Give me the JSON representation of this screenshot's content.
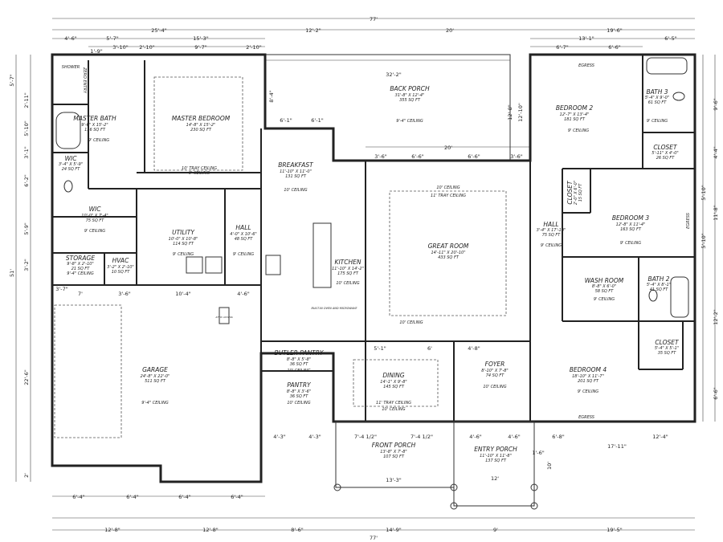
{
  "rooms": {
    "master_bath": {
      "name": "MASTER BATH",
      "size": "9'-6\" X 15'-2\"",
      "area": "116 SQ FT",
      "ceiling": "9' CEILING"
    },
    "master_bedroom": {
      "name": "MASTER BEDROOM",
      "size": "14'-8\" X 15'-2\"",
      "area": "230 SQ FT",
      "ceiling": "10' TRAY CEILING",
      "ceiling2": "9' CEILING"
    },
    "shower": {
      "name": "SHOWER",
      "note": "ZERO ENTRY"
    },
    "wic1": {
      "name": "WIC",
      "size": "3'-4\" X 5'-9\"",
      "area": "24 SQ FT"
    },
    "wic2": {
      "name": "WIC",
      "size": "10'-0\" X 7'-4\"",
      "area": "75 SQ FT",
      "ceiling": "9' CEILING"
    },
    "utility": {
      "name": "UTILITY",
      "size": "10'-0\" X 10'-8\"",
      "area": "114 SQ FT",
      "ceiling": "9' CEILING"
    },
    "hall_left": {
      "name": "HALL",
      "size": "4'-0\" X 10'-6\"",
      "area": "48 SQ FT",
      "ceiling": "9' CEILING"
    },
    "storage": {
      "name": "STORAGE",
      "size": "9'-8\" X 2'-10\"",
      "area": "21 SQ FT",
      "ceiling": "9'-4\" CEILING"
    },
    "hvac": {
      "name": "HVAC",
      "size": "3'-2\" X 2'-10\"",
      "area": "10 SQ FT"
    },
    "breakfast": {
      "name": "BREAKFAST",
      "size": "11'-10\" X 11'-0\"",
      "area": "131 SQ FT",
      "ceiling": "10' CEILING"
    },
    "kitchen": {
      "name": "KITCHEN",
      "size": "11'-10\" X 14'-2\"",
      "area": "175 SQ FT",
      "ceiling": "10' CEILING",
      "builtin": "BUILT-IN OVEN AND MICROWAVE"
    },
    "back_porch": {
      "name": "BACK PORCH",
      "size": "31'-8\" X 12'-4\"",
      "area": "355 SQ FT",
      "ceiling": "9'-4\" CEILING"
    },
    "great_room": {
      "name": "GREAT ROOM",
      "size": "14'-11\" X 20'-10\"",
      "area": "433 SQ FT",
      "ceiling": "10' CEILING",
      "ceiling2": "11' TRAY CEILING",
      "ceiling3": "10' CEILING"
    },
    "bedroom2": {
      "name": "BEDROOM 2",
      "size": "12'-7\" X 13'-4\"",
      "area": "181 SQ FT",
      "ceiling": "9' CEILING",
      "egress": "EGRESS"
    },
    "bath3": {
      "name": "BATH 3",
      "size": "5'-4\" X 9'-0\"",
      "area": "61 SQ FT",
      "ceiling": "9' CEILING"
    },
    "closet_b2": {
      "name": "CLOSET",
      "size": "5'-11\" X 4'-0\"",
      "area": "26 SQ FT"
    },
    "closet_b3": {
      "name": "CLOSET",
      "size": "2'-0\" X 6'-0\"",
      "area": "15 SQ FT"
    },
    "bedroom3": {
      "name": "BEDROOM 3",
      "size": "12'-8\" X 11'-4\"",
      "area": "163 SQ FT",
      "ceiling": "9' CEILING",
      "egress": "EGRESS"
    },
    "hall_right": {
      "name": "HALL",
      "size": "3'-4\" X 17'-10\"",
      "area": "75 SQ FT",
      "ceiling": "9' CEILING"
    },
    "wash_room": {
      "name": "WASH ROOM",
      "size": "8'-8\" X 6'-0\"",
      "area": "58 SQ FT",
      "ceiling": "9' CEILING"
    },
    "bath2": {
      "name": "BATH 2",
      "size": "5'-4\" X 8'-1\"",
      "area": "41 SQ FT"
    },
    "closet_b4": {
      "name": "CLOSET",
      "size": "5'-4\" X 5'-1\"",
      "area": "35 SQ FT"
    },
    "bedroom4": {
      "name": "BEDROOM 4",
      "size": "18'-10\" X 11'-7\"",
      "area": "201 SQ FT",
      "ceiling": "9' CEILING",
      "egress": "EGRESS"
    },
    "garage": {
      "name": "GARAGE",
      "size": "24'-8\" X 22'-0\"",
      "area": "511 SQ FT",
      "ceiling": "9'-4\" CEILING",
      "attic": "ATTIC ACCESS"
    },
    "butler_pantry": {
      "name": "BUTLER PANTRY",
      "size": "8'-8\" X 5'-8\"",
      "area": "36 SQ FT",
      "ceiling": "10' CEILING"
    },
    "pantry": {
      "name": "PANTRY",
      "size": "8'-8\" X 3'-6\"",
      "area": "36 SQ FT",
      "ceiling": "10' CEILING"
    },
    "dining": {
      "name": "DINING",
      "size": "14'-1\" X 9'-8\"",
      "area": "145 SQ FT",
      "ceiling": "11' TRAY CEILING",
      "ceiling2": "10' CEILING"
    },
    "foyer": {
      "name": "FOYER",
      "size": "8'-10\" X 7'-8\"",
      "area": "74 SQ FT",
      "ceiling": "10' CEILING"
    },
    "front_porch": {
      "name": "FRONT PORCH",
      "size": "13'-8\" X 7'-8\"",
      "area": "107 SQ FT"
    },
    "entry_porch": {
      "name": "ENTRY PORCH",
      "size": "11'-10\" X 11'-8\"",
      "area": "137 SQ FT"
    }
  },
  "dims": {
    "overall_top": "77'",
    "top_row1": [
      "25'-4\"",
      "12'-2\"",
      "20'",
      "19'-6\""
    ],
    "top_row2": [
      "4'-6\"",
      "5'-7\"",
      "15'-3\"",
      "13'-1\"",
      "6'-5\""
    ],
    "top_row3": [
      "1'-9\"",
      "3'-10\"",
      "2'-10\"",
      "9'-7\"",
      "2'-10\"",
      "6'-7\"",
      "6'-6\""
    ],
    "porch_width": "32'-2\"",
    "porch_depth": [
      "8'-4\"",
      "12'-8\"",
      "12'-10\""
    ],
    "great_room_top": "20'",
    "great_room_openings": [
      "3'-6\"",
      "6'-6\"",
      "6'-6\"",
      "3'-6\""
    ],
    "breakfast_openings": [
      "6'-1\"",
      "6'-1\""
    ],
    "left_side": [
      "5'-7\"",
      "5'-10\"",
      "2'-11\"",
      "3'-1\"",
      "6'-2\"",
      "5'-9\"",
      "3'-2\"",
      "22'-6\"",
      "2'",
      "51'"
    ],
    "right_side": [
      "9'-6\"",
      "4'-4\"",
      "11'-8\"",
      "5'-10\"",
      "5'-10\"",
      "12'-2\"",
      "6'-6\""
    ],
    "garage_top": [
      "3'-7\"",
      "7'",
      "3'-6\"",
      "10'-4\"",
      "4'-6\""
    ],
    "garage_bottom": [
      "6'-4\"",
      "6'-4\"",
      "6'-4\"",
      "6'-4\""
    ],
    "front": [
      "4'-3\"",
      "4'-3\"",
      "7'-4 1/2\"",
      "7'-4 1/2\"",
      "4'-6\"",
      "4'-6\"",
      "6'-8\"",
      "17'-11\"",
      "12'-4\"",
      "13'-3\"",
      "12'",
      "10'",
      "1'-6\""
    ],
    "dining_top": [
      "5'-1\"",
      "6'",
      "4'-8\""
    ],
    "bottom_row": [
      "12'-8\"",
      "12'-8\"",
      "8'-6\"",
      "14'-9\"",
      "9'",
      "19'-5\""
    ],
    "overall_bottom": "77'"
  }
}
